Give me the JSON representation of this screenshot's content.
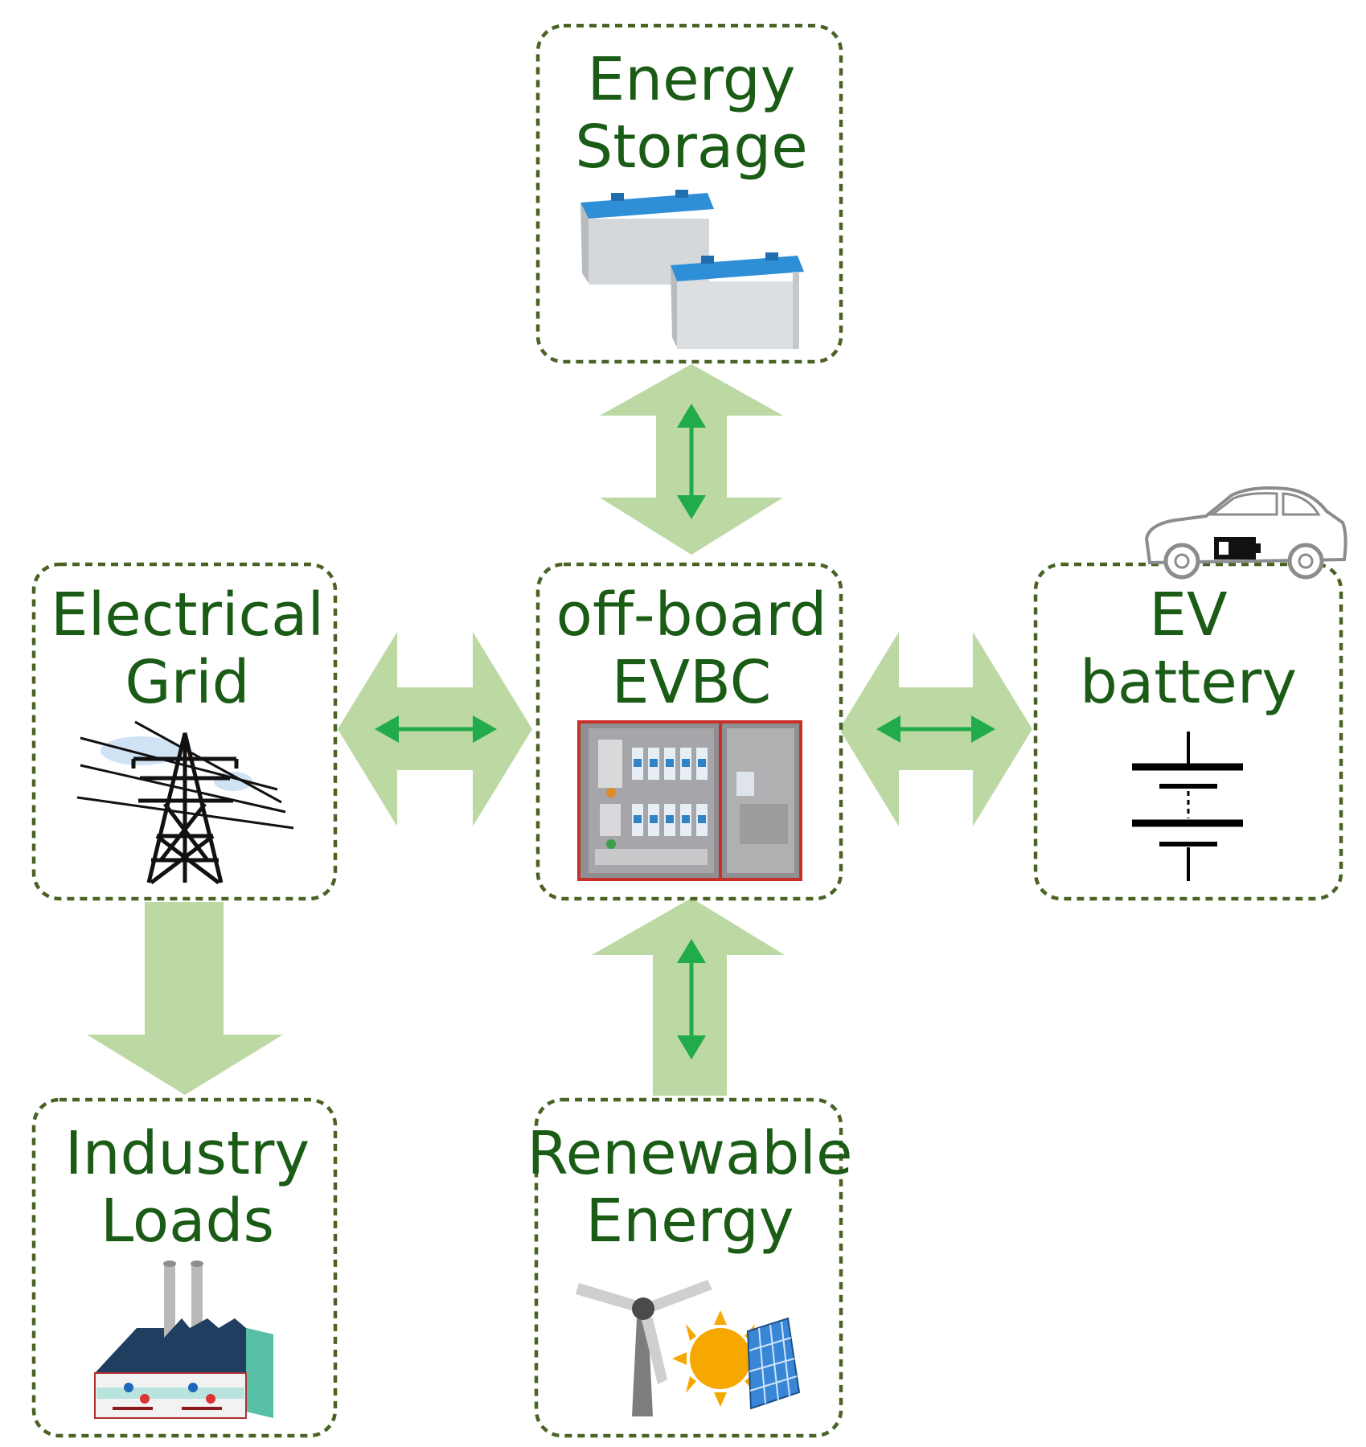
{
  "nodes": {
    "energy_storage": {
      "line1": "Energy",
      "line2": "Storage",
      "icon": "battery-pack-icon"
    },
    "electrical_grid": {
      "line1": "Electrical",
      "line2": "Grid",
      "icon": "power-tower-icon"
    },
    "evbc": {
      "line1": "off-board",
      "line2": "EVBC",
      "icon": "charger-cabinet-icon"
    },
    "ev_battery": {
      "line1": "EV",
      "line2": "battery",
      "icon": "battery-symbol-icon",
      "badge_icon": "electric-car-icon"
    },
    "industry_loads": {
      "line1": "Industry",
      "line2": "Loads",
      "icon": "factory-icon"
    },
    "renewable_energy": {
      "line1": "Renewable",
      "line2": "Energy",
      "icon": "wind-solar-icon"
    }
  },
  "colors": {
    "box_border": "#4a6325",
    "text": "#1a5c16",
    "big_arrow": "#bcd8a3",
    "small_arrow": "#22ab4a"
  }
}
